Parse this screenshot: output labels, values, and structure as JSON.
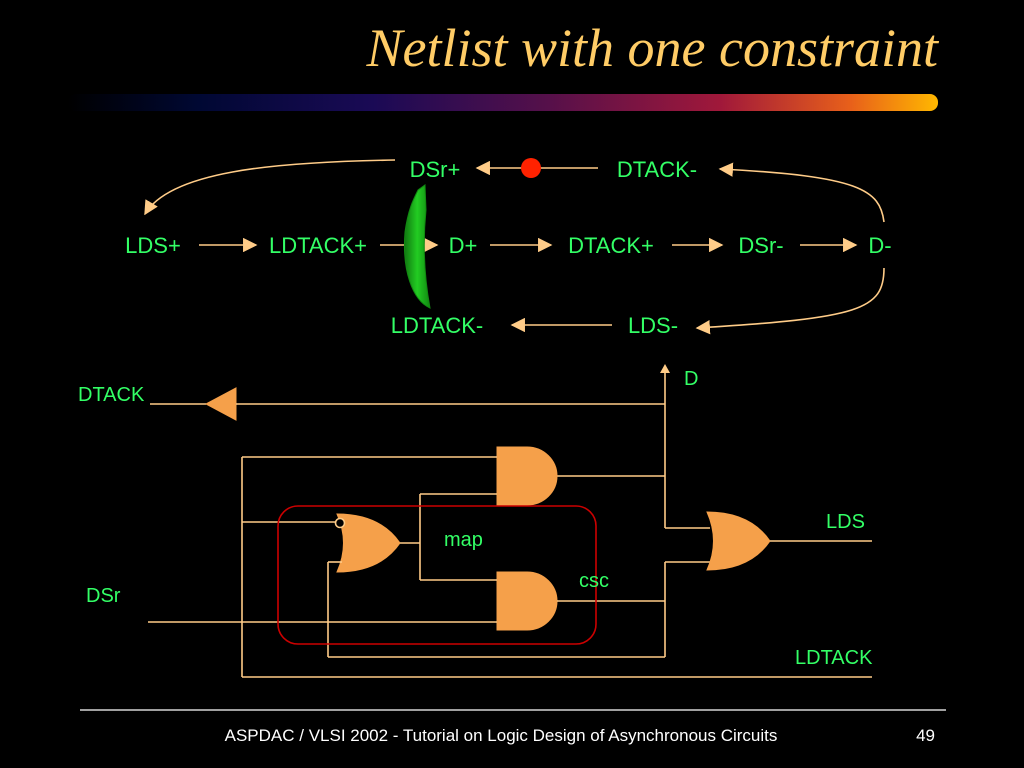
{
  "slide": {
    "title": "Netlist with one constraint",
    "footer_text": "ASPDAC / VLSI 2002 - Tutorial on Logic Design of Asynchronous Circuits",
    "page_number": "49",
    "colors": {
      "background": "#000000",
      "title": "#FFCC66",
      "signal_labels": "#33FF66",
      "wires": "#FFCC88",
      "gates": "#F5A04A",
      "constraint_arrow": "#22CC22",
      "token": "#FF2200",
      "region_box": "#CC0000",
      "footer_text": "#FFFFFF"
    }
  },
  "stg": {
    "events": {
      "dsr_plus": "DSr+",
      "dtack_minus": "DTACK-",
      "lds_plus": "LDS+",
      "ldtack_plus": "LDTACK+",
      "d_plus": "D+",
      "dtack_plus": "DTACK+",
      "dsr_minus": "DSr-",
      "d_minus": "D-",
      "ldtack_minus": "LDTACK-",
      "lds_minus": "LDS-"
    }
  },
  "circuit": {
    "labels": {
      "dtack": "DTACK",
      "d": "D",
      "lds": "LDS",
      "dsr": "DSr",
      "ldtack": "LDTACK",
      "map": "map",
      "csc": "csc"
    }
  }
}
